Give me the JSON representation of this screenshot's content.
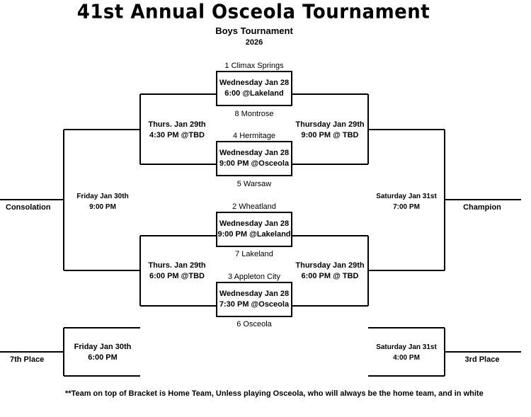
{
  "header": {
    "title": "41st Annual Osceola Tournament",
    "subtitle": "Boys Tournament",
    "year": "2026"
  },
  "round1": [
    {
      "top_team": "1 Climax Springs",
      "game_line1": "Wednesday Jan 28",
      "game_line2": "6:00 @Lakeland",
      "bottom_team": "8 Montrose"
    },
    {
      "top_team": "4 Hermitage",
      "game_line1": "Wednesday Jan 28",
      "game_line2": "9:00 PM @Osceola",
      "bottom_team": "5 Warsaw"
    },
    {
      "top_team": "2 Wheatland",
      "game_line1": "Wednesday Jan 28",
      "game_line2": "9:00 PM @Lakeland",
      "bottom_team": "7 Lakeland"
    },
    {
      "top_team": "3 Appleton City",
      "game_line1": "Wednesday Jan 28",
      "game_line2": "7:30 PM @Osceola",
      "bottom_team": "6 Osceola"
    }
  ],
  "consolation_semis": [
    {
      "line1": "Thurs. Jan 29th",
      "line2": "4:30 PM @TBD"
    },
    {
      "line1": "Thurs. Jan 29th",
      "line2": "6:00 PM @TBD"
    }
  ],
  "winner_semis": [
    {
      "line1": "Thursday Jan 29th",
      "line2": "9:00 PM @ TBD"
    },
    {
      "line1": "Thursday Jan 29th",
      "line2": "6:00 PM @ TBD"
    }
  ],
  "consolation_final": {
    "line1": "Friday Jan 30th",
    "line2": "9:00 PM",
    "label": "Consolation"
  },
  "championship": {
    "line1": "Saturday Jan 31st",
    "line2": "7:00 PM",
    "label": "Champion"
  },
  "seventh_place": {
    "line1": "Friday Jan 30th",
    "line2": "6:00 PM",
    "label": "7th Place"
  },
  "third_place": {
    "line1": "Saturday Jan 31st",
    "line2": "4:00 PM",
    "label": "3rd Place"
  },
  "footnote": "**Team on top of Bracket is Home Team, Unless playing Osceola, who will always be the home team, and in white"
}
